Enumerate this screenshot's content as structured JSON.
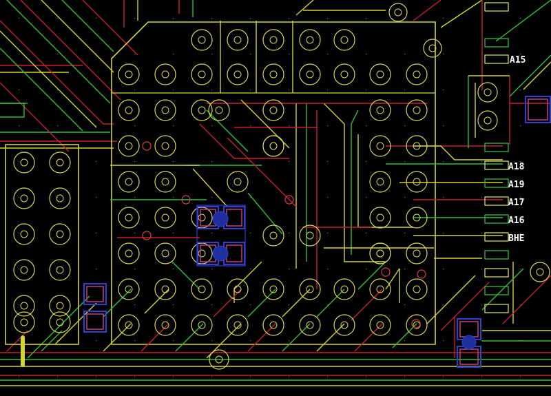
{
  "view": {
    "background_color": "#000000",
    "layer_colors": {
      "top_copper": "#d4d433",
      "bottom_copper": "#c8202a",
      "inner_copper": "#2fbf3a",
      "pad_ring": "#d8d860",
      "via_ring": "#e04040",
      "silk_pad": "#2f3fd0",
      "silk_pad_outline": "#c23c8a",
      "label_text": "#ffffff"
    },
    "grid_visible": true
  },
  "net_labels": [
    {
      "id": "a15",
      "text": "A15"
    },
    {
      "id": "a18",
      "text": "A18"
    },
    {
      "id": "a19",
      "text": "A19"
    },
    {
      "id": "a17",
      "text": "A17"
    },
    {
      "id": "a16",
      "text": "A16"
    },
    {
      "id": "bhe",
      "text": "BHE"
    }
  ]
}
